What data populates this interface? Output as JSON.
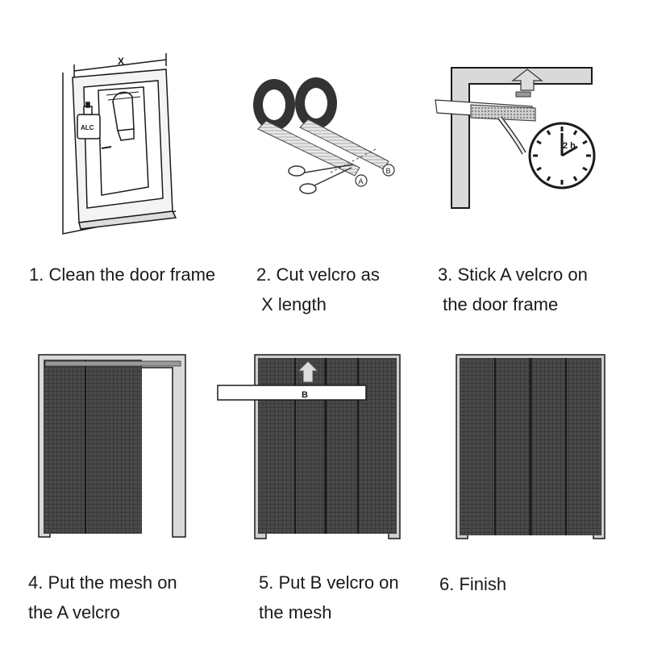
{
  "illustrations": {
    "step1": {
      "width_label": "X",
      "bottle_label": "ALC"
    },
    "step2": {
      "label_a": "A",
      "label_b": "B"
    },
    "step3": {
      "clock_label": "2 h"
    },
    "step5": {
      "strip_label": "B"
    }
  },
  "steps": [
    {
      "number": "1",
      "lines": [
        "1. Clean the door frame"
      ]
    },
    {
      "number": "2",
      "lines": [
        "2. Cut velcro as",
        " X length"
      ]
    },
    {
      "number": "3",
      "lines": [
        "3. Stick A velcro on",
        " the door frame"
      ]
    },
    {
      "number": "4",
      "lines": [
        "4. Put the mesh on",
        "the A velcro"
      ]
    },
    {
      "number": "5",
      "lines": [
        "5. Put B velcro on",
        "the mesh"
      ]
    },
    {
      "number": "6",
      "lines": [
        "6. Finish"
      ]
    }
  ],
  "colors": {
    "line": "#1a1a1a",
    "mesh": "#3c3c3c",
    "frame_fill": "#d9d9d9",
    "velcro": "#777777"
  }
}
